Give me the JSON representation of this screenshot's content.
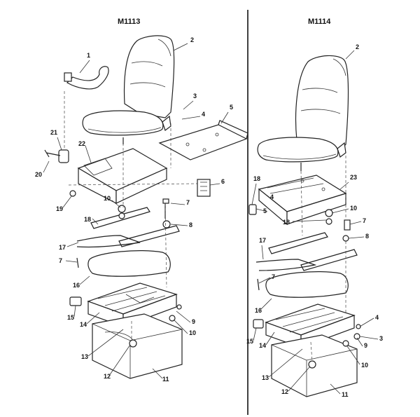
{
  "left_panel": {
    "title": "M1113",
    "callouts": [
      "1",
      "2",
      "3",
      "4",
      "5",
      "6",
      "7",
      "7",
      "8",
      "9",
      "10",
      "10",
      "11",
      "12",
      "13",
      "14",
      "15",
      "16",
      "17",
      "18",
      "19",
      "20",
      "21",
      "22"
    ]
  },
  "right_panel": {
    "title": "M1114",
    "callouts": [
      "2",
      "3",
      "4",
      "4",
      "5",
      "7",
      "7",
      "8",
      "9",
      "10",
      "10",
      "11",
      "12",
      "13",
      "14",
      "15",
      "16",
      "17",
      "18",
      "18",
      "23"
    ]
  }
}
